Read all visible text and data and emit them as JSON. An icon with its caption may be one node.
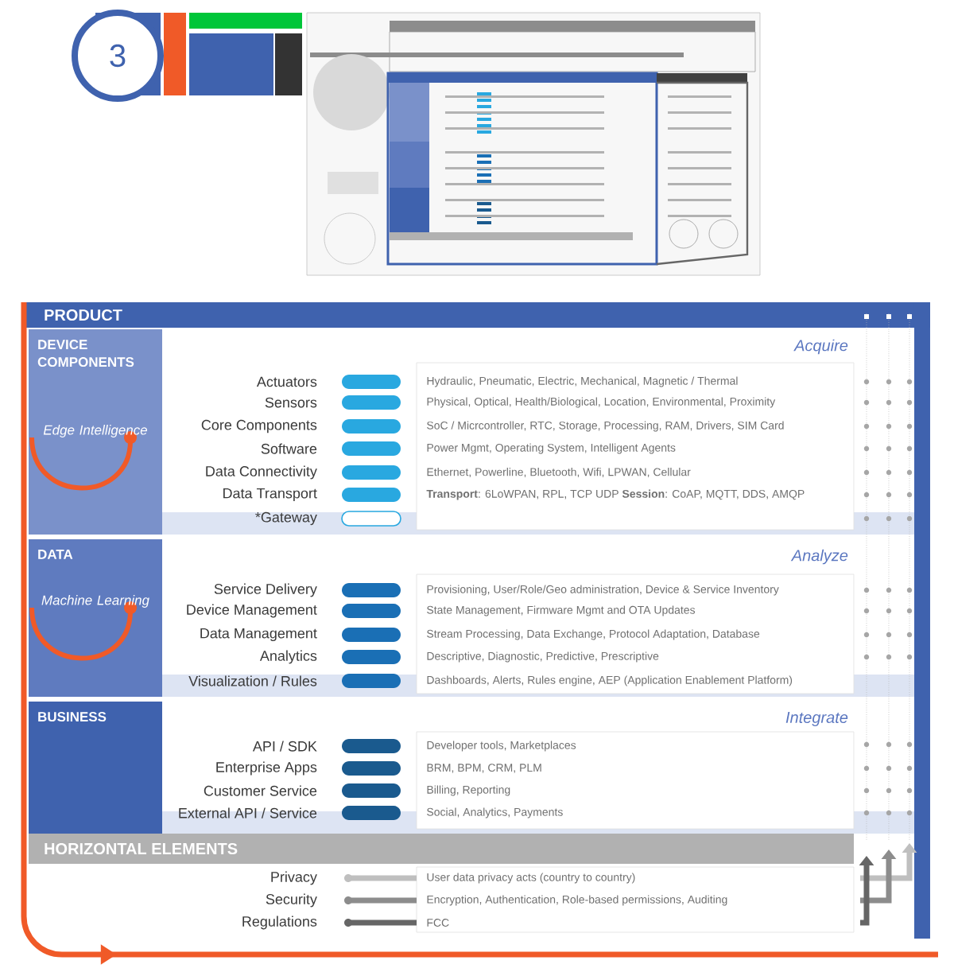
{
  "diagram": {
    "nodes": [
      {
        "text": [
          "3"
        ]
      },
      {
        "text": [],
        "shape": "picture"
      },
      {
        "text": [
          "PRODUCT"
        ]
      },
      {
        "text": [
          "DEVICE COMPONENTS",
          "Edge Intelligence",
          "Acquire"
        ],
        "in": 2
      },
      {
        "text": [
          "DATA",
          "Machine Learning",
          "Analyze"
        ],
        "in": 2
      },
      {
        "text": [
          "BUSINESS",
          "Integrate"
        ],
        "in": 2
      },
      {
        "text": [
          "HORIZONTAL ELEMENTS"
        ],
        "in": 2
      }
    ],
    "edges": [],
    "labels": [
      "Actuators",
      "Hydraulic, Pneumatic, Electric, Mechanical, Magnetic / Thermal",
      "Sensors",
      "Physical, Optical, Health/Biological, Location, Environmental, Proximity",
      "Core Components",
      "SoC / Micrcontroller, RTC, Storage, Processing, RAM, Drivers, SIM Card",
      "Software",
      "Power Mgmt, Operating System, Intelligent Agents",
      "Data Connectivity",
      "Ethernet, Powerline, Bluetooth, Wifi, LPWAN, Cellular",
      "Data Transport",
      "**Transport**: 6LoWPAN, RPL, TCP UDP  **Session**: CoAP, MQTT, DDS, AMQP",
      "*Gateway",
      "Service Delivery",
      "Provisioning, User/Role/Geo administration, Device & Service Inventory",
      "Device Management",
      "State Management, Firmware Mgmt and OTA Updates",
      "Data Management",
      "Stream Processing, Data Exchange, Protocol Adaptation, Database",
      "Analytics",
      "Descriptive, Diagnostic, Predictive, Prescriptive",
      "Visualization / Rules",
      "Dashboards, Alerts, Rules engine, AEP (Application Enablement Platform)",
      "API / SDK",
      "Developer tools, Marketplaces",
      "Enterprise Apps",
      "BRM, BPM, CRM, PLM",
      "Customer Service",
      "Billing, Reporting",
      "External API / Service",
      "Social, Analytics, Payments",
      "Privacy",
      "User data privacy acts (country to country)",
      "Security",
      "Encryption, Authentication, Role-based permissions, Auditing",
      "Regulations",
      "FCC"
    ]
  }
}
